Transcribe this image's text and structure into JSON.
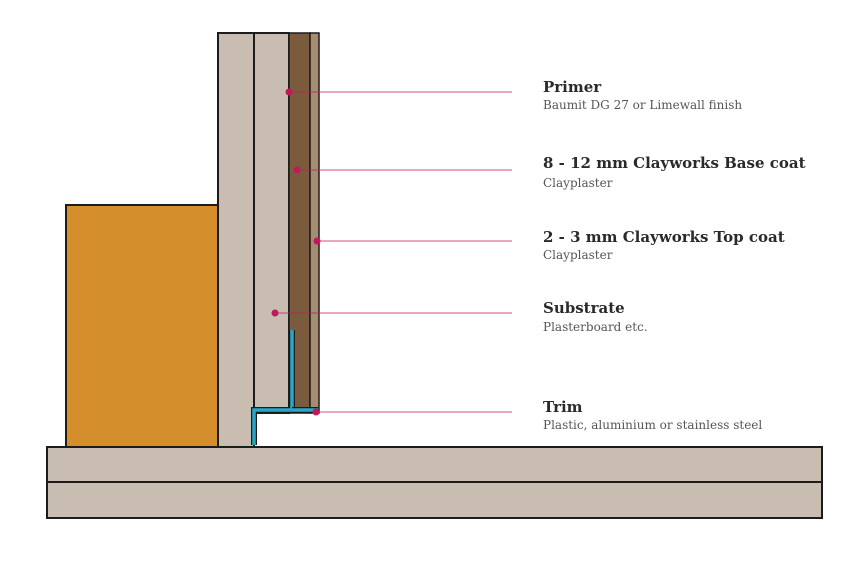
{
  "colors": {
    "wall_fill": "#c9bdb1",
    "outline": "#1c1c1c",
    "baseboard": "#d48e2c",
    "base_coat": "#7b5b3e",
    "top_coat": "#a88c72",
    "trim": "#2aa6c8",
    "leader": "#c2185b",
    "floor": "#c9bdb1"
  },
  "labels": [
    {
      "title": "Primer",
      "sub": "Baumit DG 27 or Limewall finish"
    },
    {
      "title": "8 - 12 mm Clayworks Base coat",
      "sub": "Clayplaster"
    },
    {
      "title": "2 - 3 mm Clayworks Top coat",
      "sub": "Clayplaster"
    },
    {
      "title": "Substrate",
      "sub": "Plasterboard etc."
    },
    {
      "title": "Trim",
      "sub": "Plastic, aluminium or stainless steel"
    }
  ]
}
